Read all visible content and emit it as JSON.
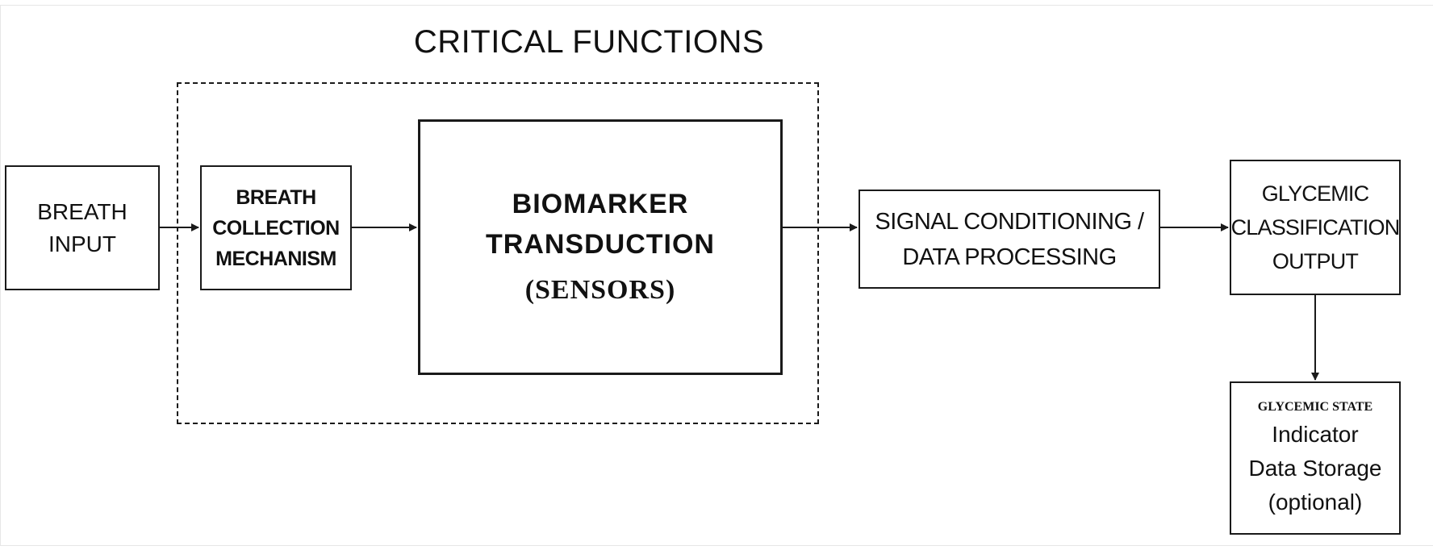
{
  "diagram": {
    "title": "CRITICAL FUNCTIONS",
    "nodes": {
      "breath_input": {
        "lines": [
          "BREATH",
          "INPUT"
        ]
      },
      "collection": {
        "lines": [
          "BREATH",
          "COLLECTION",
          "MECHANISM"
        ]
      },
      "biomarker": {
        "lines": [
          "BIOMARKER",
          "TRANSDUCTION",
          "(SENSORS)"
        ]
      },
      "signal": {
        "lines": [
          "SIGNAL CONDITIONING /",
          "DATA PROCESSING"
        ]
      },
      "output": {
        "lines": [
          "GLYCEMIC",
          "CLASSIFICATION",
          "OUTPUT"
        ]
      },
      "storage": {
        "header": "GLYCEMIC STATE",
        "lines": [
          "Indicator",
          "Data Storage",
          "(optional)"
        ]
      }
    },
    "edges": [
      {
        "from": "breath_input",
        "to": "collection"
      },
      {
        "from": "collection",
        "to": "biomarker"
      },
      {
        "from": "biomarker",
        "to": "signal"
      },
      {
        "from": "signal",
        "to": "output"
      },
      {
        "from": "output",
        "to": "storage"
      }
    ],
    "colors": {
      "stroke": "#1a1a1a",
      "text": "#111111",
      "background": "#ffffff"
    }
  }
}
